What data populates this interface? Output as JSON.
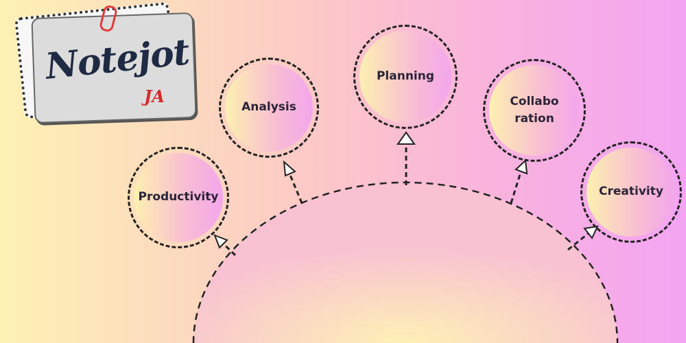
{
  "logo": {
    "wordmark": "Notejot",
    "monogram": "JA"
  },
  "nodes": [
    {
      "id": "productivity",
      "label": "Productivity"
    },
    {
      "id": "analysis",
      "label": "Analysis"
    },
    {
      "id": "planning",
      "label": "Planning"
    },
    {
      "id": "collaboration",
      "label": "Collabo ration"
    },
    {
      "id": "creativity",
      "label": "Creativity"
    }
  ],
  "colors": {
    "ink": "#222222",
    "label": "#2b2438",
    "accent": "#e23b3b"
  },
  "icons": [
    "paperclip-icon",
    "arrow-up-icon"
  ]
}
